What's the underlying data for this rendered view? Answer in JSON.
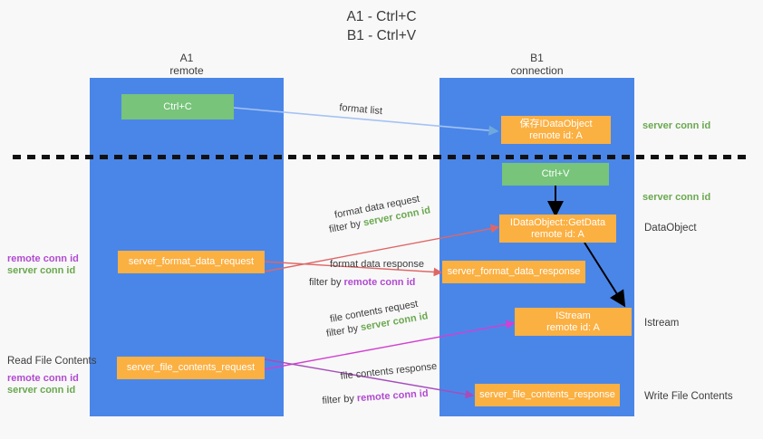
{
  "title": "A1 - Ctrl+C\nB1 - Ctrl+V",
  "columns": [
    {
      "name": "a1",
      "header": "A1\nremote"
    },
    {
      "name": "b1",
      "header": "B1\nconnection"
    }
  ],
  "boxes": {
    "ctrl_c": "Ctrl+C",
    "ctrl_v": "Ctrl+V",
    "save_idataobject": "保存IDataObject\nremote id: A",
    "getdata": "IDataObject::GetData\nremote id: A",
    "istream": "IStream\nremote id: A",
    "server_format_data_request": "server_format_data_request",
    "server_format_data_response": "server_format_data_response",
    "server_file_contents_request": "server_file_contents_request",
    "server_file_contents_response": "server_file_contents_response"
  },
  "right_labels": {
    "server_conn_id_1": "server conn id",
    "server_conn_id_2": "server conn id",
    "dataobject": "DataObject",
    "istream": "Istream",
    "write_file_contents": "Write File Contents"
  },
  "left_labels": {
    "format_remote_conn_id": "remote conn id",
    "format_server_conn_id": "server conn id",
    "read_file_contents": "Read File Contents",
    "file_remote_conn_id": "remote conn id",
    "file_server_conn_id": "server conn id"
  },
  "mid_labels": {
    "format_list": "format list",
    "format_data_request": "format data request",
    "format_data_request_filter_prefix": "filter by ",
    "format_data_request_filter_value": "server conn id",
    "format_data_response": "format data response",
    "format_data_response_filter_prefix": "filter by ",
    "format_data_response_filter_value": "remote conn id",
    "file_contents_request": "file contents request",
    "file_contents_request_filter_prefix": "filter by ",
    "file_contents_request_filter_value": "server conn id",
    "file_contents_response": "file contents response",
    "file_contents_response_filter_prefix": "filter by ",
    "file_contents_response_filter_value": "remote conn id"
  },
  "colors": {
    "column": "#4a86e8",
    "green_box": "#77c47a",
    "orange_box": "#fbb042",
    "server_conn_id": "#6aa84f",
    "remote_conn_id": "#b14ad0",
    "light_blue_arrow": "#a4c2f4",
    "red_arrow": "#e06666",
    "magenta_arrow": "#d23fd2",
    "purple_arrow": "#a64dbb",
    "black_arrow": "#000000",
    "background": "#f8f8f8"
  }
}
